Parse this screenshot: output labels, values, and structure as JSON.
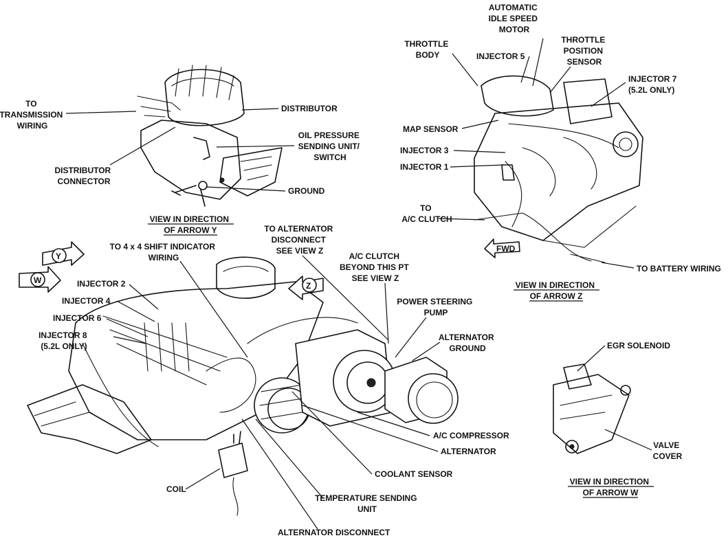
{
  "labels": {
    "to_transmission_wiring": [
      "TO",
      "TRANSMISSION",
      "WIRING"
    ],
    "distributor": "DISTRIBUTOR",
    "oil_pressure": [
      "OIL PRESSURE",
      "SENDING UNIT/",
      "SWITCH"
    ],
    "distributor_connector": [
      "DISTRIBUTOR",
      "CONNECTOR"
    ],
    "ground": "GROUND",
    "view_y": [
      "VIEW IN DIRECTION",
      "OF ARROW Y"
    ],
    "automatic_idle_speed_motor": [
      "AUTOMATIC",
      "IDLE SPEED",
      "MOTOR"
    ],
    "throttle_body": [
      "THROTTLE",
      "BODY"
    ],
    "throttle_position_sensor": [
      "THROTTLE",
      "POSITION",
      "SENSOR"
    ],
    "injector_5": "INJECTOR 5",
    "injector_7": [
      "INJECTOR 7",
      "(5.2L ONLY)"
    ],
    "map_sensor": "MAP SENSOR",
    "injector_3": "INJECTOR 3",
    "injector_1": "INJECTOR 1",
    "to_ac_clutch": [
      "TO",
      "A/C CLUTCH"
    ],
    "fwd": "FWD",
    "to_battery_wiring": "TO BATTERY WIRING",
    "view_z": [
      "VIEW IN DIRECTION",
      "OF ARROW Z"
    ],
    "to_alternator_disconnect": [
      "TO ALTERNATOR",
      "DISCONNECT",
      "SEE VIEW Z"
    ],
    "to_4x4_shift": [
      "TO 4 x 4 SHIFT INDICATOR",
      "WIRING"
    ],
    "ac_clutch_beyond": [
      "A/C CLUTCH",
      "BEYOND THIS PT",
      "SEE VIEW Z"
    ],
    "injector_2": "INJECTOR 2",
    "injector_4": "INJECTOR 4",
    "injector_6": "INJECTOR 6",
    "injector_8": [
      "INJECTOR 8",
      "(5.2L ONLY)"
    ],
    "power_steering_pump": [
      "POWER STEERING",
      "PUMP"
    ],
    "alternator_ground": [
      "ALTERNATOR",
      "GROUND"
    ],
    "egr_solenoid": "EGR SOLENOID",
    "valve_cover": [
      "VALVE",
      "COVER"
    ],
    "ac_compressor": "A/C COMPRESSOR",
    "alternator": "ALTERNATOR",
    "coolant_sensor": "COOLANT SENSOR",
    "coil": "COIL",
    "temperature_sending_unit": [
      "TEMPERATURE SENDING",
      "UNIT"
    ],
    "alternator_disconnect": "ALTERNATOR DISCONNECT",
    "view_w": [
      "VIEW IN DIRECTION",
      "OF ARROW W"
    ],
    "arrow_y": "Y",
    "arrow_w": "W",
    "arrow_z": "Z"
  },
  "colors": {
    "ink": "#111111",
    "paper": "#ffffff"
  }
}
